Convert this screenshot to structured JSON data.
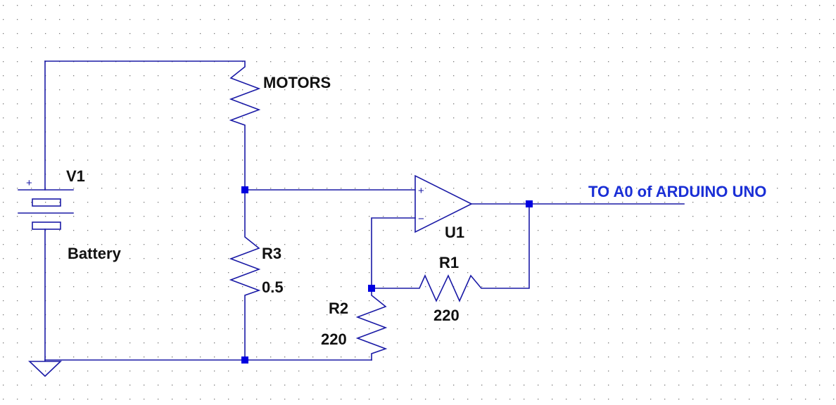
{
  "components": {
    "v1": {
      "ref": "V1",
      "value": "Battery",
      "plus_sign": "+"
    },
    "motors": {
      "ref": "MOTORS"
    },
    "r3": {
      "ref": "R3",
      "value": "0.5"
    },
    "r2": {
      "ref": "R2",
      "value": "220"
    },
    "r1": {
      "ref": "R1",
      "value": "220"
    },
    "u1": {
      "ref": "U1",
      "plus_pin": "+",
      "minus_pin": "−"
    }
  },
  "net_label": "TO A0 of ARDUINO UNO",
  "colors": {
    "wire": "#1a1aa6",
    "junction": "#0000e0",
    "net_label": "#1a2fd6",
    "text": "#111111",
    "grid_dot": "#7a7a7a"
  }
}
